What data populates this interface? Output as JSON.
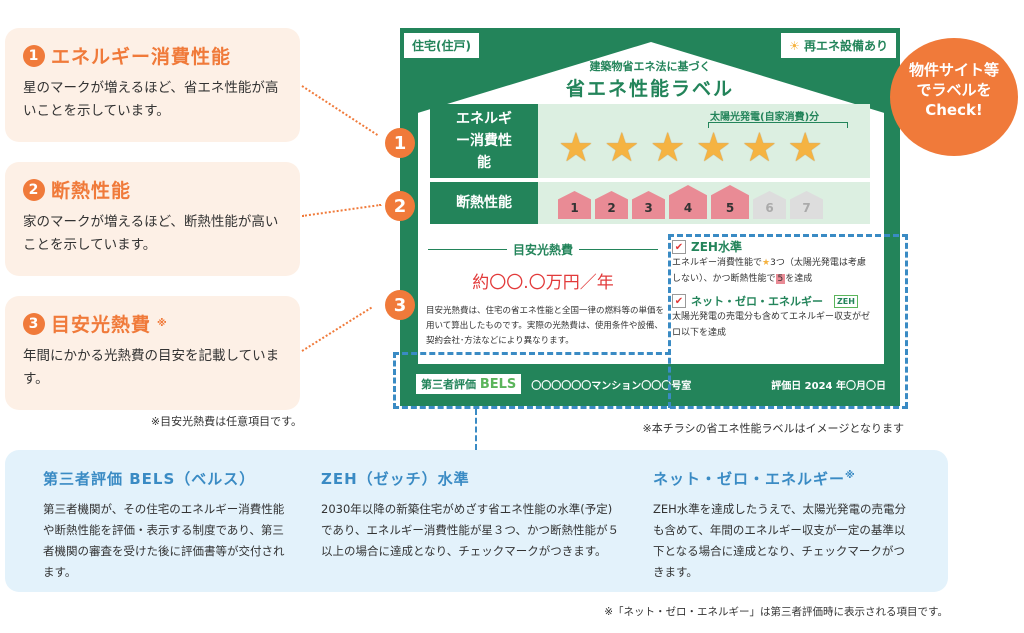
{
  "left": [
    {
      "num": "1",
      "title": "エネルギー消費性能",
      "text": "星のマークが増えるほど、省エネ性能が高いことを示しています。"
    },
    {
      "num": "2",
      "title": "断熱性能",
      "text": "家のマークが増えるほど、断熱性能が高いことを示しています。"
    },
    {
      "num": "3",
      "title": "目安光熱費",
      "mark": "※",
      "text": "年間にかかる光熱費の目安を記載しています。"
    }
  ],
  "left_note": "※目安光熱費は任意項目です。",
  "label": {
    "type": "住宅(住戸)",
    "renewable": "再エネ設備あり",
    "subtitle": "建築物省エネ法に基づく",
    "title": "省エネ性能ラベル",
    "energy_head": "エネルギー消費性能",
    "solar_note": "太陽光発電(自家消費)分",
    "stars_total": 6,
    "stars_solar": 3,
    "insul_head": "断熱性能",
    "insul_levels": [
      "1",
      "2",
      "3",
      "4",
      "5",
      "6",
      "7"
    ],
    "insul_level": 5,
    "cost_head": "目安光熱費",
    "cost_value": "約〇〇.〇万円／年",
    "cost_desc": "目安光熱費は、住宅の省エネ性能と全国一律の燃料等の単価を用いて算出したものです。実際の光熱費は、使用条件や設備、契約会社･方法などにより異なります。",
    "zeh_title": "ZEH水準",
    "zeh_desc1": "エネルギー消費性能で",
    "zeh_desc2": "3つ（太陽光発電は考慮しない）、かつ断熱性能で",
    "zeh_badge": "5",
    "zeh_desc3": "を達成",
    "nz_title": "ネット・ゼロ・エネルギー",
    "nz_logo": "ZEH",
    "nz_desc": "太陽光発電の売電分も含めてエネルギー収支がゼロ以下を達成",
    "bels_prefix": "第三者評価",
    "bels": "BELS",
    "property": "〇〇〇〇〇〇マンション〇〇〇号室",
    "date": "評価日 2024 年〇月〇日"
  },
  "check_bubble": "物件サイト等でラベルをCheck!",
  "label_note": "※本チラシの省エネ性能ラベルはイメージとなります",
  "bottom": [
    {
      "title": "第三者評価 BELS（ベルス）",
      "text": "第三者機関が、その住宅のエネルギー消費性能や断熱性能を評価・表示する制度であり、第三者機関の審査を受けた後に評価書等が交付されます。"
    },
    {
      "title": "ZEH（ゼッチ）水準",
      "text": "2030年以降の新築住宅がめざす省エネ性能の水準(予定)であり、エネルギー消費性能が星３つ、かつ断熱性能が５以上の場合に達成となり、チェックマークがつきます。"
    },
    {
      "title": "ネット・ゼロ・エネルギー",
      "mark": "※",
      "text": "ZEH水準を達成したうえで、太陽光発電の売電分も含めて、年間のエネルギー収支が一定の基準以下となる場合に達成となり、チェックマークがつきます。"
    }
  ],
  "footnote": "※「ネット・ゼロ・エネルギー」は第三者評価時に表示される項目です。"
}
